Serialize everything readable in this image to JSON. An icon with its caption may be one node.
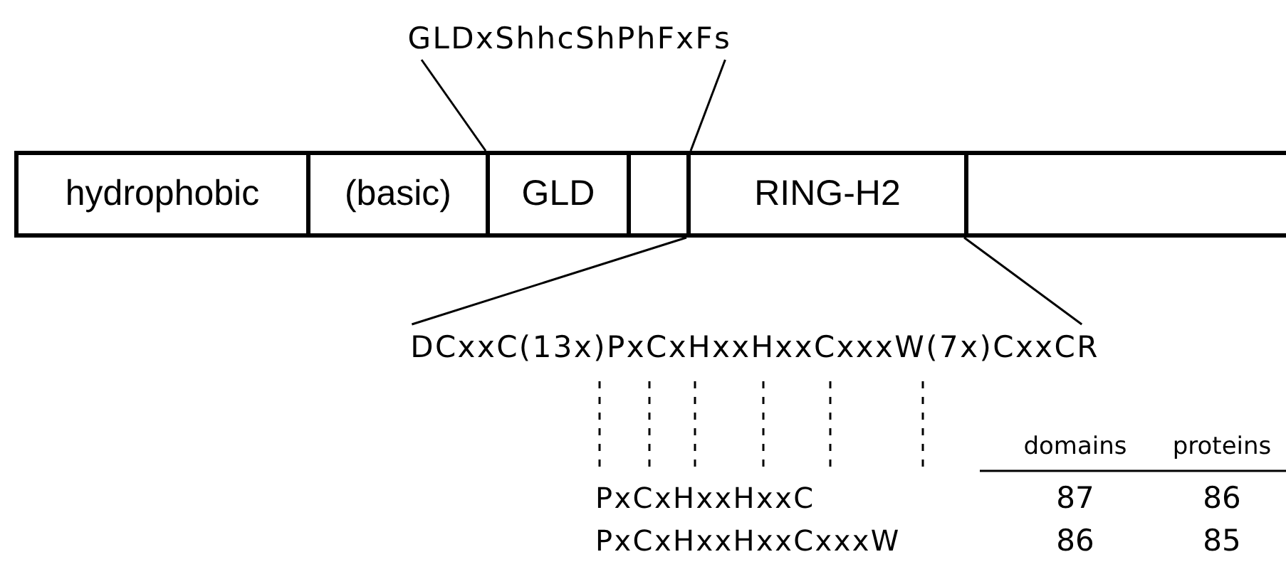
{
  "diagram": {
    "nodes": [
      {
        "text": [
          "hydrophobic"
        ]
      },
      {
        "text": [
          "(basic)"
        ]
      },
      {
        "text": [
          "GLD"
        ]
      },
      {
        "text": [],
        "shape": "box"
      },
      {
        "text": [
          "RING-H2"
        ]
      },
      {
        "text": [],
        "shape": "box"
      },
      {
        "text": [
          "GLDxShhcShPhFxFs"
        ]
      },
      {
        "text": [
          "DCxxC(13x)PxCxHxxHxxCxxxW(7x)CxxCR"
        ]
      }
    ],
    "edges": [
      {
        "from": 6,
        "to": 2,
        "arrow": "none"
      },
      {
        "from": 6,
        "to": 3,
        "arrow": "none"
      },
      {
        "from": 7,
        "to": 4,
        "arrow": "none"
      },
      {
        "from": 7,
        "to": 5,
        "arrow": "none"
      }
    ],
    "labels": [
      "domains",
      "proteins",
      "PxCxHxxHxxC",
      "87",
      "86",
      "PxCxHxxHxxCxxxW",
      "86",
      "85"
    ]
  }
}
